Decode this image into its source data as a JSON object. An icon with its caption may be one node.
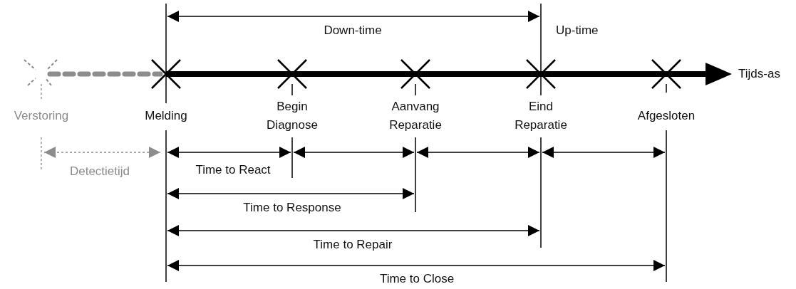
{
  "diagram": {
    "labels": [
      "Down-time",
      "Up-time",
      "Tijds-as",
      "Verstoring",
      "Melding",
      "Begin Diagnose",
      "Aanvang Reparatie",
      "Eind Reparatie",
      "Afgesloten",
      "Detectietijd",
      "Time to React",
      "Time to Response",
      "Time to Repair",
      "Time to Close"
    ]
  }
}
